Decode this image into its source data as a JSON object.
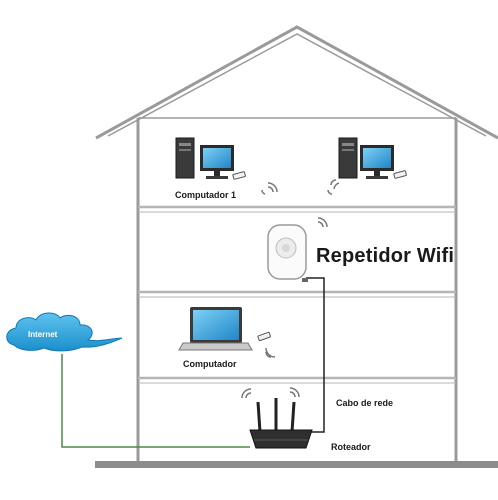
{
  "labels": {
    "internet": "Internet",
    "computer1": "Computador 1",
    "repeater": "Repetidor Wifi",
    "computer_laptop": "Computador",
    "cable": "Cabo de rede",
    "router": "Roteador"
  },
  "icons": {
    "house": "house-outline-icon",
    "cloud": "internet-cloud-icon",
    "desktop": "desktop-computer-icon",
    "usb_adapter": "usb-wifi-adapter-icon",
    "laptop": "laptop-icon",
    "repeater": "wifi-repeater-icon",
    "router": "router-icon",
    "signal": "wifi-signal-icon"
  },
  "colors": {
    "house_line": "#9a9a9a",
    "floor_line": "#b5b5b5",
    "ground": "#8c8c8c",
    "cloud": "#2a9fd8",
    "internet_cable": "#4a8a4a",
    "network_cable": "#222222"
  }
}
